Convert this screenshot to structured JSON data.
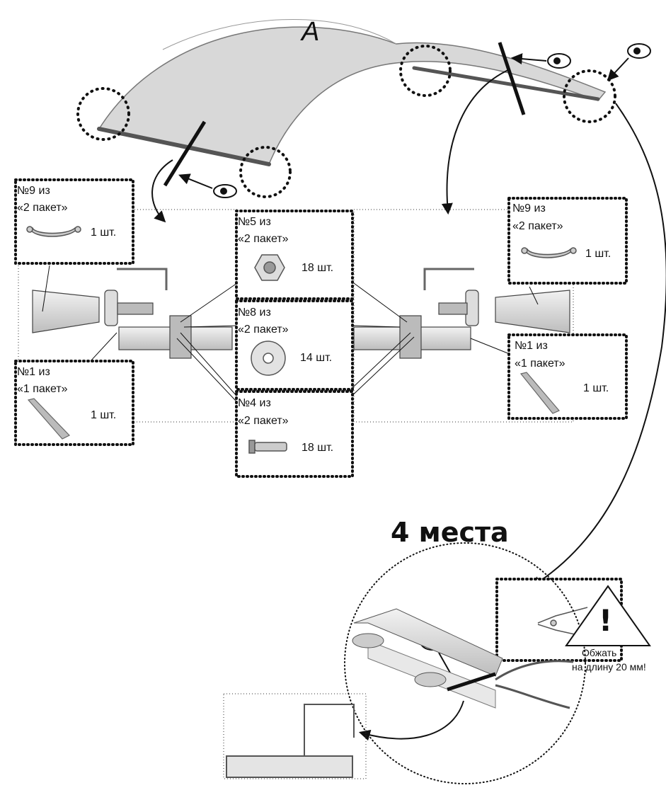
{
  "canopy_label": "A",
  "places_count": "4 места",
  "parts": {
    "left_top": {
      "line1": "№9 из",
      "line2": "«2 пакет»",
      "qty": "1 шт.",
      "icon": "handle-icon"
    },
    "left_bottom": {
      "line1": "№1 из",
      "line2": "«1 пакет»",
      "qty": "1 шт.",
      "icon": "profile-icon"
    },
    "center_nut": {
      "line1": "№5 из",
      "line2": "«2 пакет»",
      "qty": "18 шт.",
      "icon": "nut-icon"
    },
    "center_washer": {
      "line1": "№8 из",
      "line2": "«2 пакет»",
      "qty": "14 шт.",
      "icon": "washer-icon"
    },
    "center_bolt": {
      "line1": "№4 из",
      "line2": "«2 пакет»",
      "qty": "18 шт.",
      "icon": "bolt-icon"
    },
    "right_top": {
      "line1": "№9 из",
      "line2": "«2 пакет»",
      "qty": "1 шт.",
      "icon": "handle-icon"
    },
    "right_bottom": {
      "line1": "№1 из",
      "line2": "«1 пакет»",
      "qty": "1 шт.",
      "icon": "profile-icon"
    }
  },
  "warning": {
    "mark": "!",
    "line1": "Обжать",
    "line2": "на длину 20 мм!"
  },
  "colors": {
    "ink": "#111111",
    "panel": "#d9d9d9",
    "metal": "#c8c8c8"
  }
}
